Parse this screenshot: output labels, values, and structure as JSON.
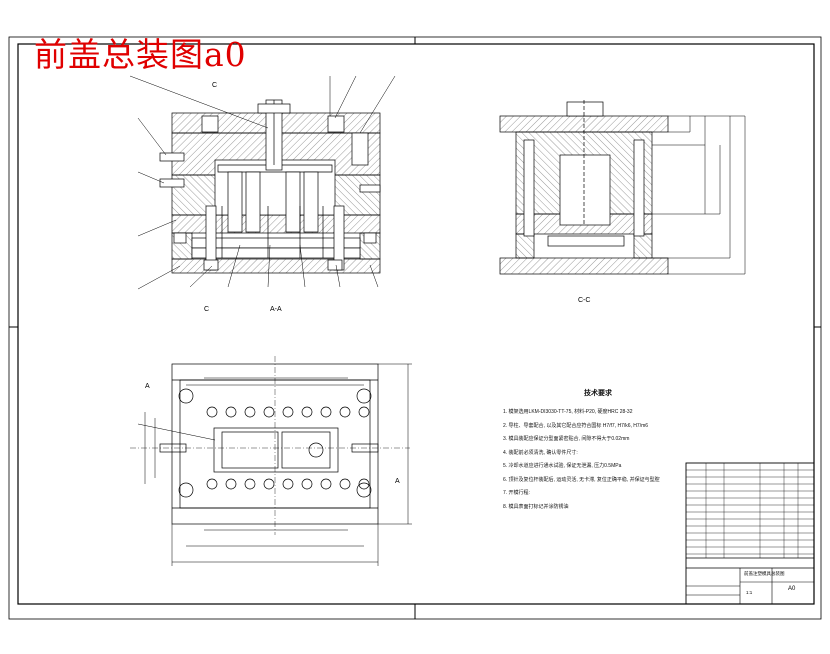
{
  "drawing": {
    "title": "前盖总装图a0"
  },
  "views": {
    "section_main_label": "A-A",
    "section_side_label": "C-C",
    "cut_mark_letter": "C",
    "plan_cut_letter": "A"
  },
  "technical_notes": {
    "heading": "技术要求",
    "lines": [
      "1. 模架选用LKM-DI3030-TT-75, 材料-P20, 硬度HRC 28-32",
      "2. 导柱、导套配合, 以及其它配合应符合国标 H7/f7, H7/k6, H7/m6",
      "3. 模具装配应保证分型面紧密贴合, 间隙不得大于0.02mm",
      "4. 装配前必须清洗, 确认零件尺寸:",
      "5. 冷却水道应进行通水试验, 保证无泄漏, 压力0.5MPa",
      "6. 顶针及复位杆装配后, 运动灵活, 无卡滞, 复位正确平稳, 并保证与型腔",
      "7. 开模行程:",
      "8. 模具表面打标记并涂防锈油"
    ]
  },
  "title_block": {
    "drawing_name": "前盖注塑模具总装图",
    "sheet": "A0",
    "scale_label": "1:1"
  },
  "colors": {
    "title": "#e00000",
    "line": "#000000",
    "hatch": "#555555"
  }
}
